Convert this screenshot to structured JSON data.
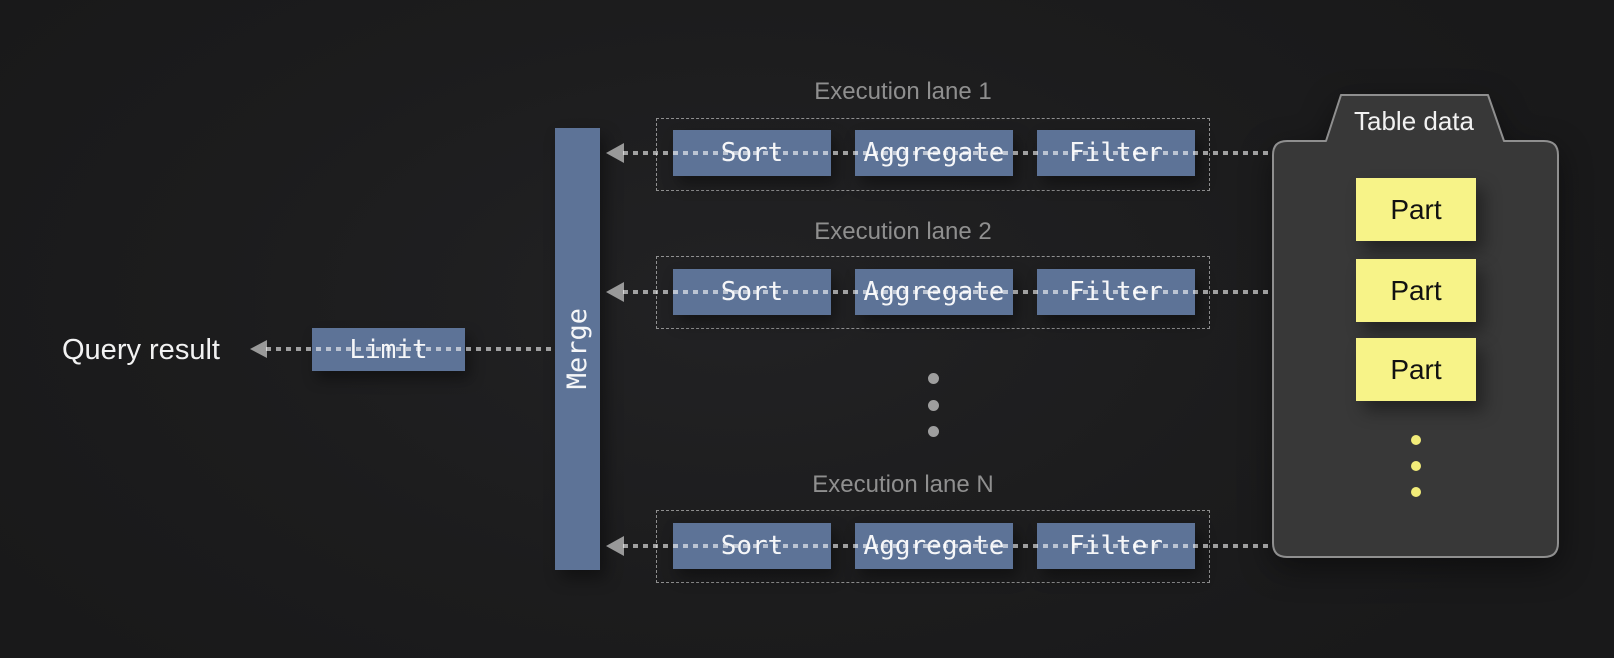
{
  "left": {
    "query_result": "Query result",
    "limit": "Limit"
  },
  "merge": {
    "label": "Merge"
  },
  "lanes": [
    {
      "title": "Execution lane 1",
      "operators": [
        "Sort",
        "Aggregate",
        "Filter"
      ]
    },
    {
      "title": "Execution lane 2",
      "operators": [
        "Sort",
        "Aggregate",
        "Filter"
      ]
    },
    {
      "title": "Execution lane N",
      "operators": [
        "Sort",
        "Aggregate",
        "Filter"
      ]
    }
  ],
  "lane_ellipsis_dots": 3,
  "table_data": {
    "title": "Table data",
    "parts": [
      "Part",
      "Part",
      "Part"
    ],
    "ellipsis_dots": 3
  },
  "colors": {
    "background": "#1d1d1e",
    "operator_blue": "#5d7397",
    "operator_text": "#f5f6f8",
    "dotted_line": "rgba(255,255,255,0.58)",
    "arrow_gray": "#999999",
    "lane_border": "rgba(255,255,255,0.5)",
    "lane_title": "#8f8f8f",
    "table_fill": "#383838",
    "table_border": "#8f8f8f",
    "part_yellow": "#f7f388",
    "part_text": "#111111",
    "yellow_dot": "#f2ec79",
    "gray_dot": "#9e9e9e",
    "query_text": "#f2f2f2"
  }
}
